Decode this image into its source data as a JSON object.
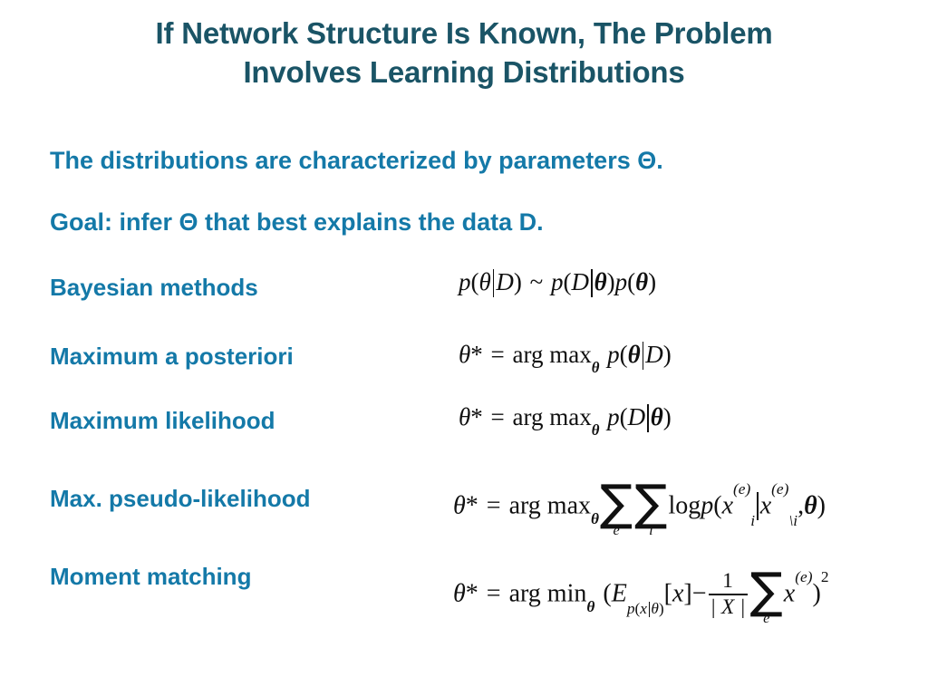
{
  "slide": {
    "background_color": "#ffffff",
    "title_color": "#1a5466",
    "body_color": "#1479a8",
    "equation_color": "#101010"
  },
  "title": {
    "line1": "If Network Structure Is Known, The Problem",
    "line2": "Involves Learning Distributions",
    "full": "If Network Structure Is Known, The Problem Involves Learning Distributions"
  },
  "body": {
    "lead_1": "The distributions are characterized by parameters Θ.",
    "lead_2": "Goal: infer Θ that best explains the data D."
  },
  "methods": [
    {
      "label": "Bayesian methods",
      "equation_text": "p(θ|D) ~ p(D|θ)p(θ)",
      "parts": {
        "p1": "p",
        "theta": "θ",
        "D": "D",
        "tilde": "~"
      }
    },
    {
      "label": "Maximum a posteriori",
      "equation_text": "θ* = arg max_θ p(θ|D)",
      "parts": {
        "theta": "θ",
        "star": "*",
        "equals": "=",
        "argmax": "arg max",
        "p": "p",
        "D": "D"
      }
    },
    {
      "label": "Maximum likelihood",
      "equation_text": "θ* = arg max_θ p(D|θ)",
      "parts": {
        "theta": "θ",
        "star": "*",
        "equals": "=",
        "argmax": "arg max",
        "p": "p",
        "D": "D"
      }
    },
    {
      "label": "Max. pseudo-likelihood",
      "equation_text": "θ* = arg max_θ ∑_e ∑_i log p(x_i^(e) | x_\\i^(e), θ)",
      "parts": {
        "theta": "θ",
        "star": "*",
        "equals": "=",
        "argmax": "arg max",
        "sum": "∑",
        "sub_e": "e",
        "sub_i": "i",
        "log": "log",
        "p": "p",
        "x": "x",
        "sup_e": "(e)",
        "sub_backslash_i": "\\i",
        "comma": ","
      }
    },
    {
      "label": "Moment matching",
      "equation_text": "θ* = arg min_θ (E_{p(x|θ)}[x] − (1/|X|) ∑_e x^(e))^2",
      "parts": {
        "theta": "θ",
        "star": "*",
        "equals": "=",
        "argmin": "arg min",
        "E": "E",
        "p": "p",
        "x": "x",
        "minus": "−",
        "one": "1",
        "absX": "| X |",
        "sum": "∑",
        "sub_e": "e",
        "sup_e": "(e)",
        "sup_2": "2"
      }
    }
  ]
}
